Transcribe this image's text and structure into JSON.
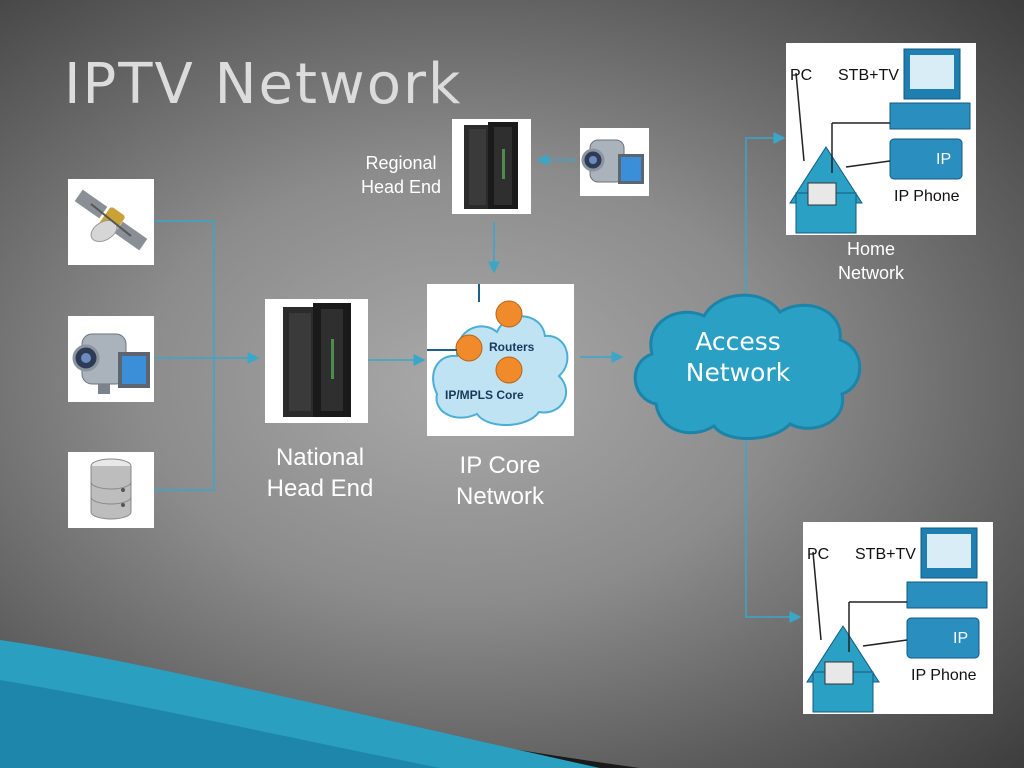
{
  "title": "IPTV Network",
  "labels": {
    "regional_head_end": [
      "Regional",
      "Head End"
    ],
    "national_head_end": [
      "National",
      "Head End"
    ],
    "ip_core_network": [
      "IP Core",
      "Network"
    ],
    "access_network": [
      "Access",
      "Network"
    ],
    "home_network": [
      "Home",
      "Network"
    ]
  },
  "core_tile": {
    "routers": "Routers",
    "core": "IP/MPLS Core"
  },
  "home_tile": {
    "pc": "PC",
    "stb_tv": "STB+TV",
    "ip": "IP",
    "ip_phone": "IP Phone"
  },
  "colors": {
    "accent": "#2b9fc0",
    "cloud": "#2aa0c4",
    "line": "#3aa6c8"
  }
}
